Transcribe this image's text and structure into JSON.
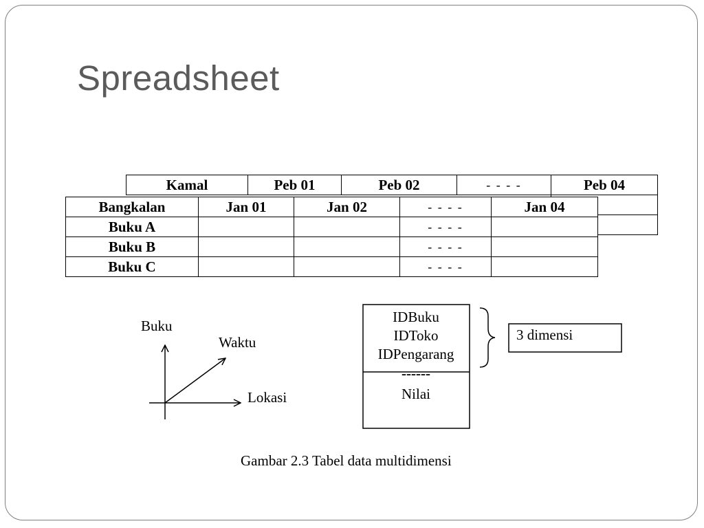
{
  "slide": {
    "title": "Spreadsheet"
  },
  "back_table": {
    "headers": [
      "Kamal",
      "Peb 01",
      "Peb 02",
      "- - - -",
      "Peb 04"
    ]
  },
  "front_table": {
    "header": [
      "Bangkalan",
      "Jan 01",
      "Jan 02",
      "- - - -",
      "Jan 04"
    ],
    "rows": [
      [
        "Buku A",
        "",
        "",
        "- - - -",
        ""
      ],
      [
        "Buku B",
        "",
        "",
        "- - - -",
        ""
      ],
      [
        "Buku C",
        "",
        "",
        "- - - -",
        ""
      ]
    ]
  },
  "axes": {
    "y_label": "Buku",
    "diag_label": "Waktu",
    "x_label": "Lokasi"
  },
  "key_box": {
    "keys": [
      "IDBuku",
      "IDToko",
      "IDPengarang"
    ],
    "separator": "------",
    "measure": "Nilai",
    "dimension_label": "3 dimensi"
  },
  "caption": "Gambar 2.3 Tabel data multidimensi"
}
